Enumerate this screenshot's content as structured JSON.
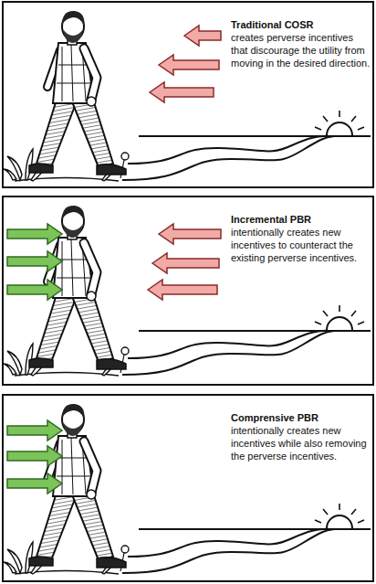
{
  "diagram": {
    "nodes": [
      {
        "text": [
          "Traditional COSR",
          "creates perverse incentives that discourage the utility from moving in the desired direction."
        ]
      },
      {
        "text": [
          "Incremental PBR",
          "intentionally creates new incentives to counteract the existing perverse incentives."
        ]
      },
      {
        "text": [
          "Comprensive PBR",
          "intentionally creates new incentives while also removing the perverse incentives."
        ]
      }
    ]
  }
}
